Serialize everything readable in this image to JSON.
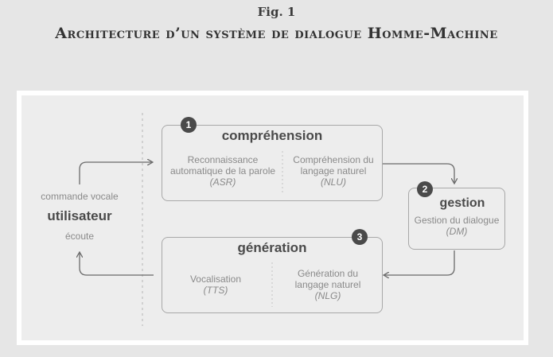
{
  "figure": {
    "label": "Fig. 1",
    "title": "Architecture d’un système de dialogue Homme-Machine"
  },
  "user": {
    "command": "commande vocale",
    "name": "utilisateur",
    "listen": "écoute"
  },
  "comprehension": {
    "number": "1",
    "title": "compréhension",
    "asr": {
      "text": "Reconnaissance automatique de la parole",
      "line1": "Reconnaissance",
      "line2": "automatique de la parole",
      "abbr": "(ASR)"
    },
    "nlu": {
      "text": "Compréhension du langage naturel",
      "line1": "Compréhension du",
      "line2": "langage naturel",
      "abbr": "(NLU)"
    }
  },
  "gestion": {
    "number": "2",
    "title": "gestion",
    "dm": {
      "text": "Gestion du dialogue",
      "abbr": "(DM)"
    }
  },
  "generation": {
    "number": "3",
    "title": "génération",
    "tts": {
      "text": "Vocalisation",
      "abbr": "(TTS)"
    },
    "nlg": {
      "text": "Génération du langage naturel",
      "line1": "Génération du",
      "line2": "langage naturel",
      "abbr": "(NLG)"
    }
  },
  "colors": {
    "box_border": "#a8a8a8",
    "arrow": "#6a6a6a",
    "badge": "#4a4a4a",
    "title_text": "#4a4a4a",
    "secondary_text": "#8a8a8a",
    "panel": "#ededed"
  }
}
